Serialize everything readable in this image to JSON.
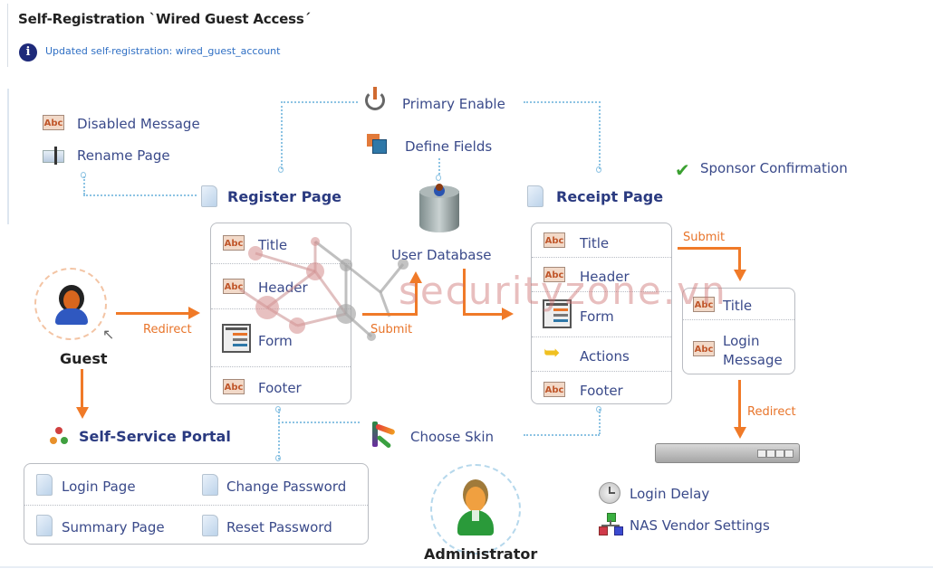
{
  "header": {
    "title": "Self-Registration `Wired Guest Access´",
    "info_icon": "info-icon",
    "info_message": "Updated self-registration: wired_guest_account"
  },
  "diagram": {
    "top_options": {
      "disabled_message": "Disabled Message",
      "rename_page": "Rename Page",
      "primary_enable": "Primary Enable",
      "define_fields": "Define Fields",
      "sponsor_confirmation": "Sponsor Confirmation"
    },
    "register_page": {
      "title": "Register Page",
      "items": [
        "Title",
        "Header",
        "Form",
        "Footer"
      ]
    },
    "user_database": "User Database",
    "receipt_page": {
      "title": "Receipt Page",
      "items": [
        "Title",
        "Header",
        "Form",
        "Actions",
        "Footer"
      ]
    },
    "login_panel": {
      "items": [
        "Title",
        "Login\nMessage"
      ],
      "title_item": "Title",
      "login_message_line1": "Login",
      "login_message_line2": "Message"
    },
    "flows": {
      "redirect_guest": "Redirect",
      "submit_register": "Submit",
      "submit_receipt": "Submit",
      "redirect_nas": "Redirect"
    },
    "guest": "Guest",
    "self_service_portal": {
      "title": "Self-Service Portal",
      "items": [
        "Login Page",
        "Change Password",
        "Summary Page",
        "Reset Password"
      ]
    },
    "choose_skin": "Choose Skin",
    "administrator": "Administrator",
    "bottom_options": {
      "login_delay": "Login Delay",
      "nas_vendor_settings": "NAS Vendor Settings"
    },
    "watermark": "securityzone.vn",
    "colors": {
      "accent_orange": "#f07a28",
      "label_blue": "#3a4a8a",
      "heading_blue": "#2a3a80",
      "dotted_blue": "#8cc3e3",
      "info_blue": "#2f6fc4"
    }
  }
}
